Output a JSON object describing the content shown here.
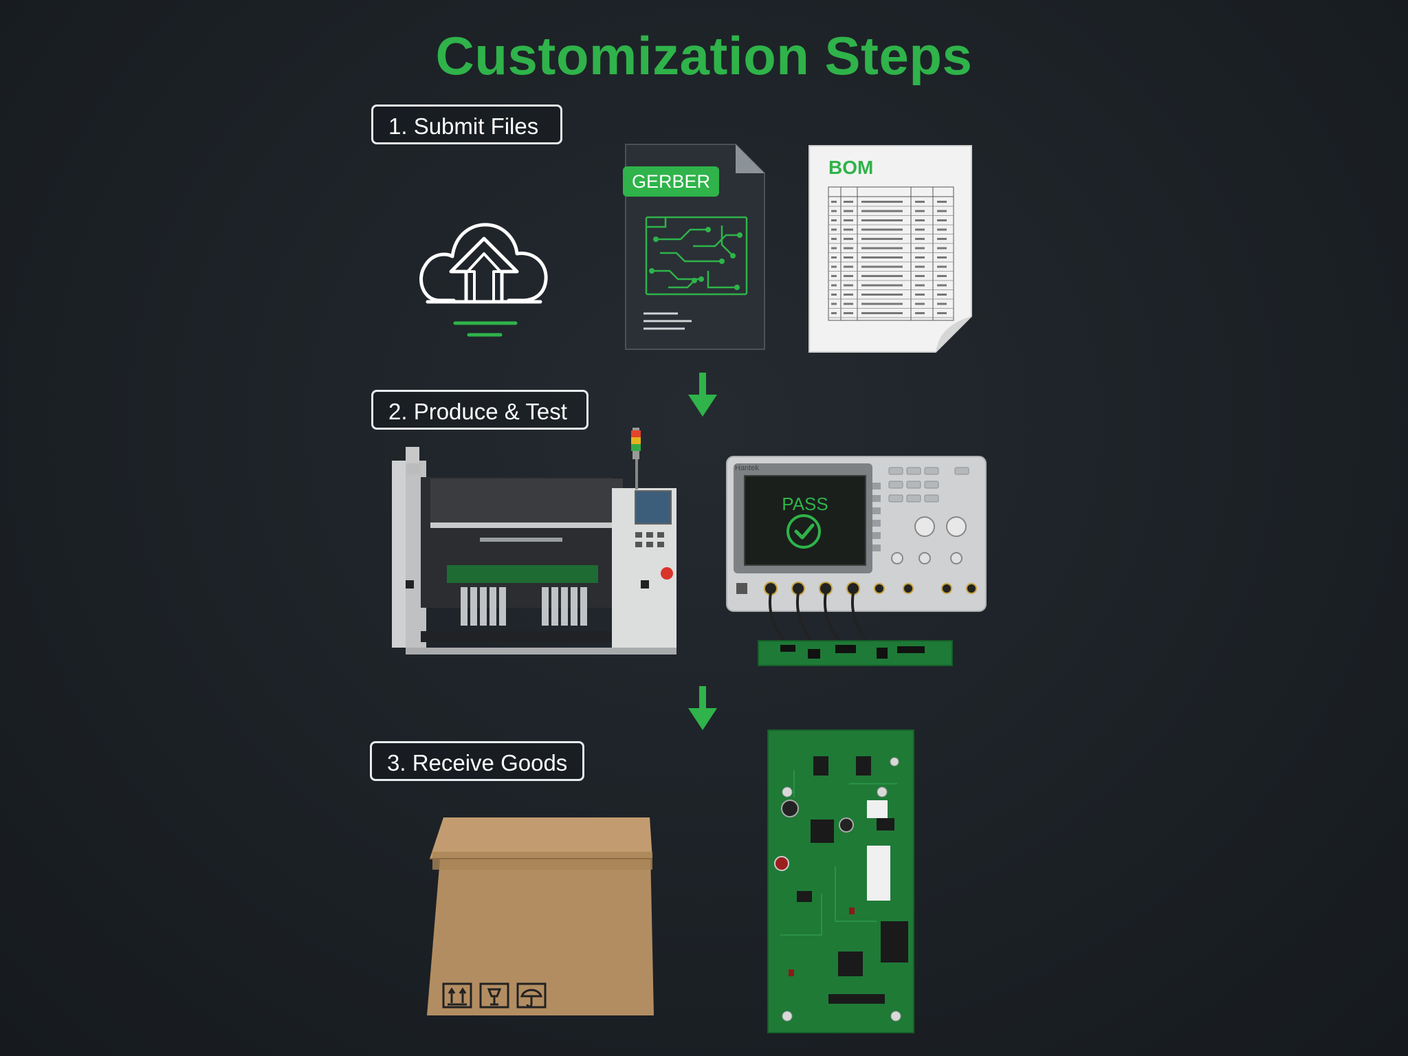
{
  "title": "Customization Steps",
  "steps": [
    {
      "label": "1. Submit Files"
    },
    {
      "label": "2. Produce & Test"
    },
    {
      "label": "3. Receive Goods"
    }
  ],
  "files": {
    "gerber_label": "GERBER",
    "bom_label": "BOM"
  },
  "tester": {
    "brand": "Hantek",
    "result": "PASS"
  },
  "colors": {
    "accent": "#2fb34a",
    "background": "#1c2126",
    "label_border": "#e9ecef"
  },
  "icons": [
    "cloud-upload-icon",
    "gerber-file-icon",
    "bom-document-icon",
    "down-arrow-icon",
    "pick-and-place-machine-icon",
    "oscilloscope-icon",
    "check-circle-icon",
    "cardboard-box-icon",
    "pcb-board-icon"
  ]
}
